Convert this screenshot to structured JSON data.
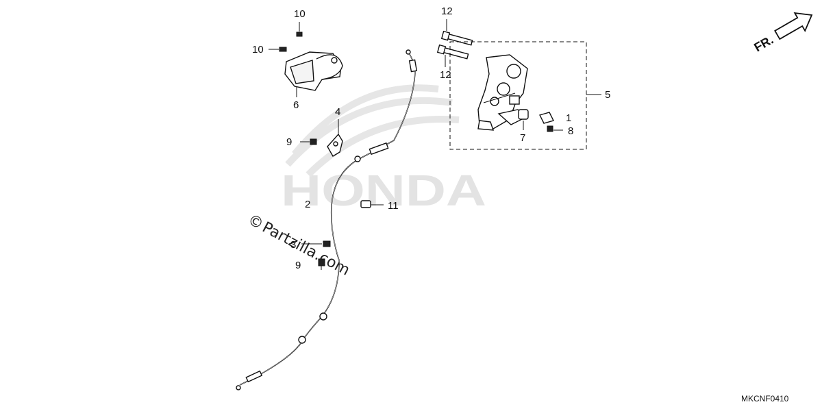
{
  "watermark_brand": "HONDA",
  "copyright": {
    "symbol": "©",
    "site": "Partzilla.com"
  },
  "fr_arrow_label": "FR.",
  "diagram_code": "MKCNF0410",
  "callouts": {
    "c1": "1",
    "c2": "2",
    "c3": "3",
    "c4": "4",
    "c5": "5",
    "c6": "6",
    "c7": "7",
    "c8": "8",
    "c9a": "9",
    "c9b": "9",
    "c10a": "10",
    "c10b": "10",
    "c11": "11",
    "c12a": "12",
    "c12b": "12"
  },
  "colors": {
    "line": "#111111",
    "watermark": "#e3e3e3",
    "background": "#ffffff"
  }
}
